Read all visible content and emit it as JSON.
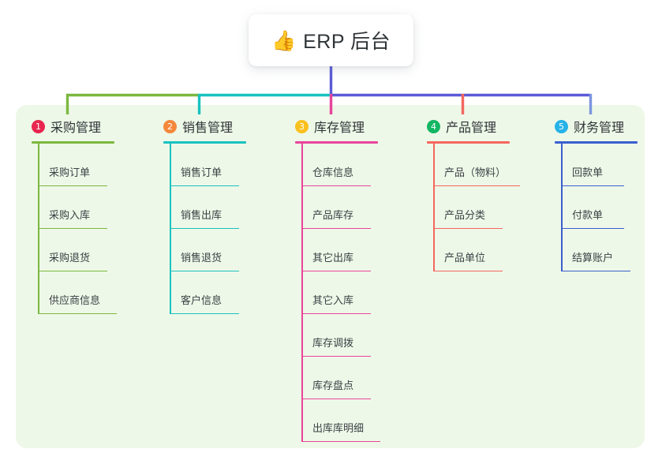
{
  "diagram": {
    "type": "mind-map",
    "root": {
      "icon": "thumbs-up-icon",
      "emoji": "👍",
      "title": "ERP 后台"
    },
    "panel_color": "#eef8e8",
    "columns": [
      {
        "number": "1",
        "title": "采购管理",
        "badge_color": "#e8264f",
        "line_color": "#7cb83f",
        "connector_color": "#7cb83f",
        "items": [
          "采购订单",
          "采购入库",
          "采购退货",
          "供应商信息"
        ]
      },
      {
        "number": "2",
        "title": "销售管理",
        "badge_color": "#f5873b",
        "line_color": "#19c2bf",
        "connector_color": "#19c2bf",
        "items": [
          "销售订单",
          "销售出库",
          "销售退货",
          "客户信息"
        ]
      },
      {
        "number": "3",
        "title": "库存管理",
        "badge_color": "#fac01e",
        "line_color": "#e8459a",
        "connector_color": "#e8459a",
        "items": [
          "仓库信息",
          "产品库存",
          "其它出库",
          "其它入库",
          "库存调拨",
          "库存盘点",
          "出库库明细"
        ]
      },
      {
        "number": "4",
        "title": "产品管理",
        "badge_color": "#13b663",
        "line_color": "#f4675f",
        "connector_color": "#f4675f",
        "items": [
          "产品（物料）",
          "产品分类",
          "产品单位"
        ]
      },
      {
        "number": "5",
        "title": "财务管理",
        "badge_color": "#26b3e8",
        "line_color": "#3a5fcd",
        "connector_color": "#7b96e0",
        "items": [
          "回款单",
          "付款单",
          "结算账户"
        ]
      }
    ],
    "bus_segments": [
      {
        "name": "bus-segment-green",
        "color": "#7cb83f"
      },
      {
        "name": "bus-segment-teal",
        "color": "#19c2bf"
      },
      {
        "name": "bus-segment-purple",
        "color": "#5b5bd6"
      }
    ],
    "root_stem_color": "#5b5bd6"
  }
}
